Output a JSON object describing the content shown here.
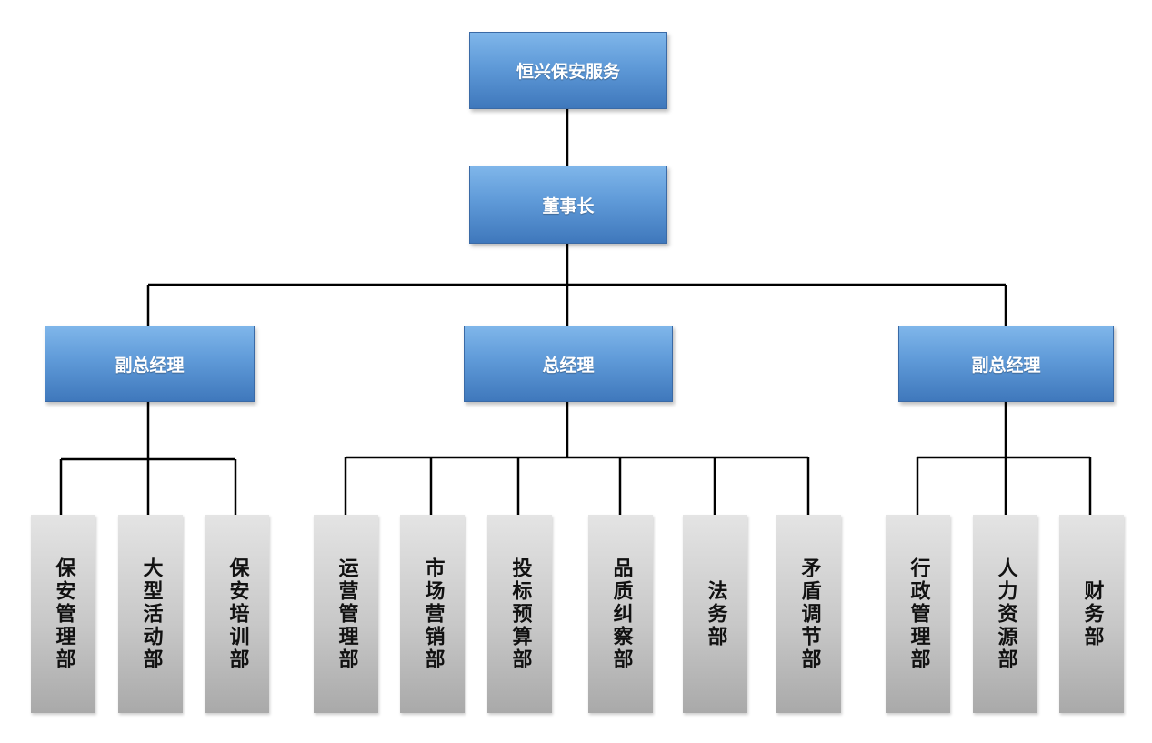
{
  "root": {
    "label": "恒兴保安服务"
  },
  "chairman": {
    "label": "董事长"
  },
  "managers": [
    {
      "label": "副总经理"
    },
    {
      "label": "总经理"
    },
    {
      "label": "副总经理"
    }
  ],
  "departments": [
    {
      "label": "保安管理部"
    },
    {
      "label": "大型活动部"
    },
    {
      "label": "保安培训部"
    },
    {
      "label": "运营管理部"
    },
    {
      "label": "市场营销部"
    },
    {
      "label": "投标预算部"
    },
    {
      "label": "品质纠察部"
    },
    {
      "label": "法务部"
    },
    {
      "label": "矛盾调节部"
    },
    {
      "label": "行政管理部"
    },
    {
      "label": "人力资源部"
    },
    {
      "label": "财务部"
    }
  ],
  "colors": {
    "node_blue": "#5f9ad8",
    "node_gray": "#c8c8c8",
    "connector": "#000000"
  }
}
